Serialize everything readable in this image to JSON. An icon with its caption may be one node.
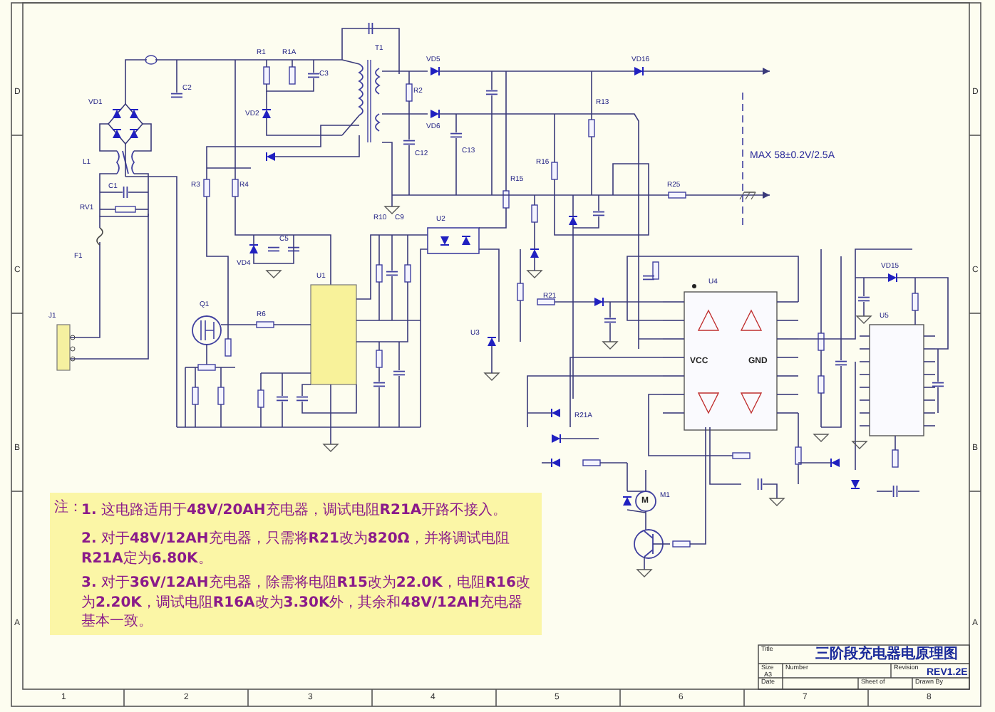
{
  "diagram": {
    "title": "三阶段充电器电原理图",
    "labels": [
      "D",
      "C",
      "B",
      "A",
      "D",
      "C",
      "B",
      "A",
      "1",
      "2",
      "3",
      "4",
      "5",
      "6",
      "7",
      "8",
      "MAX 58±0.2V/2.5A",
      "注：",
      "**1.** 这电路适用于**48V/20AH**充电器，调试电阻**R21A**开路不接入。",
      "**2.** 对于**48V/12AH**充电器，只需将**R21**改为**820Ω**，并将调试电阻**R21A**定为**6.80K**。",
      "**3.** 对于**36V/12AH**充电器，除需将电阻**R15**改为**22.0K**，电阻**R16**改为**2.20K**，调试电阻**R16A**改为**3.30K**外，其余和**48V/12AH**充电器基本一致。",
      "Title",
      "Size",
      "A3",
      "Number",
      "Revision",
      "REV1.2E",
      "Date",
      "Sheet of",
      "Drawn By",
      "VCC",
      "GND",
      "VD1",
      "C2",
      "R1",
      "R1A",
      "C3",
      "VD2",
      "T1",
      "VD5",
      "R2",
      "VD6",
      "C12",
      "C13",
      "R13",
      "VD16",
      "R25",
      "L1",
      "C1",
      "RV1",
      "F1",
      "J1",
      "R3",
      "R4",
      "VD4",
      "C5",
      "Q1",
      "R6",
      "U1",
      "R10",
      "C9",
      "U2",
      "U3",
      "U4",
      "U5",
      "VD15",
      "M1",
      "M",
      "R21",
      "R21A",
      "R15",
      "R16"
    ]
  }
}
